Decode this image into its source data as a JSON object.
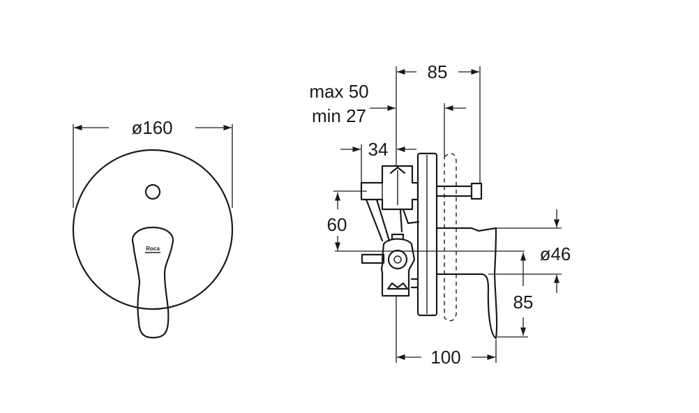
{
  "drawing": {
    "front_view": {
      "diameter_label": "ø160",
      "brand_mark": "Roca"
    },
    "side_view": {
      "depth_max_label": "max 50",
      "depth_min_label": "min 27",
      "width_85_label": "85",
      "offset_34_label": "34",
      "height_60_label": "60",
      "handle_diameter_label": "ø46",
      "handle_height_label": "85",
      "total_depth_label": "100"
    }
  }
}
